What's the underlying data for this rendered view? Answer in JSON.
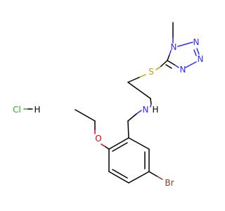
{
  "atoms": {
    "n_tz1": "N",
    "n_tz2": "N",
    "n_tz3": "N",
    "n_tz4": "N",
    "s": "S",
    "n_amine": "N",
    "h_amine": "H",
    "o": "O",
    "br": "Br",
    "cl": "Cl",
    "h_hcl": "H"
  },
  "colors": {
    "carbon": "#000000",
    "nitrogen": "#2b2bff",
    "sulfur": "#b8a300",
    "oxygen": "#e60000",
    "bromine": "#8b3a1a",
    "chlorine": "#22b022"
  }
}
